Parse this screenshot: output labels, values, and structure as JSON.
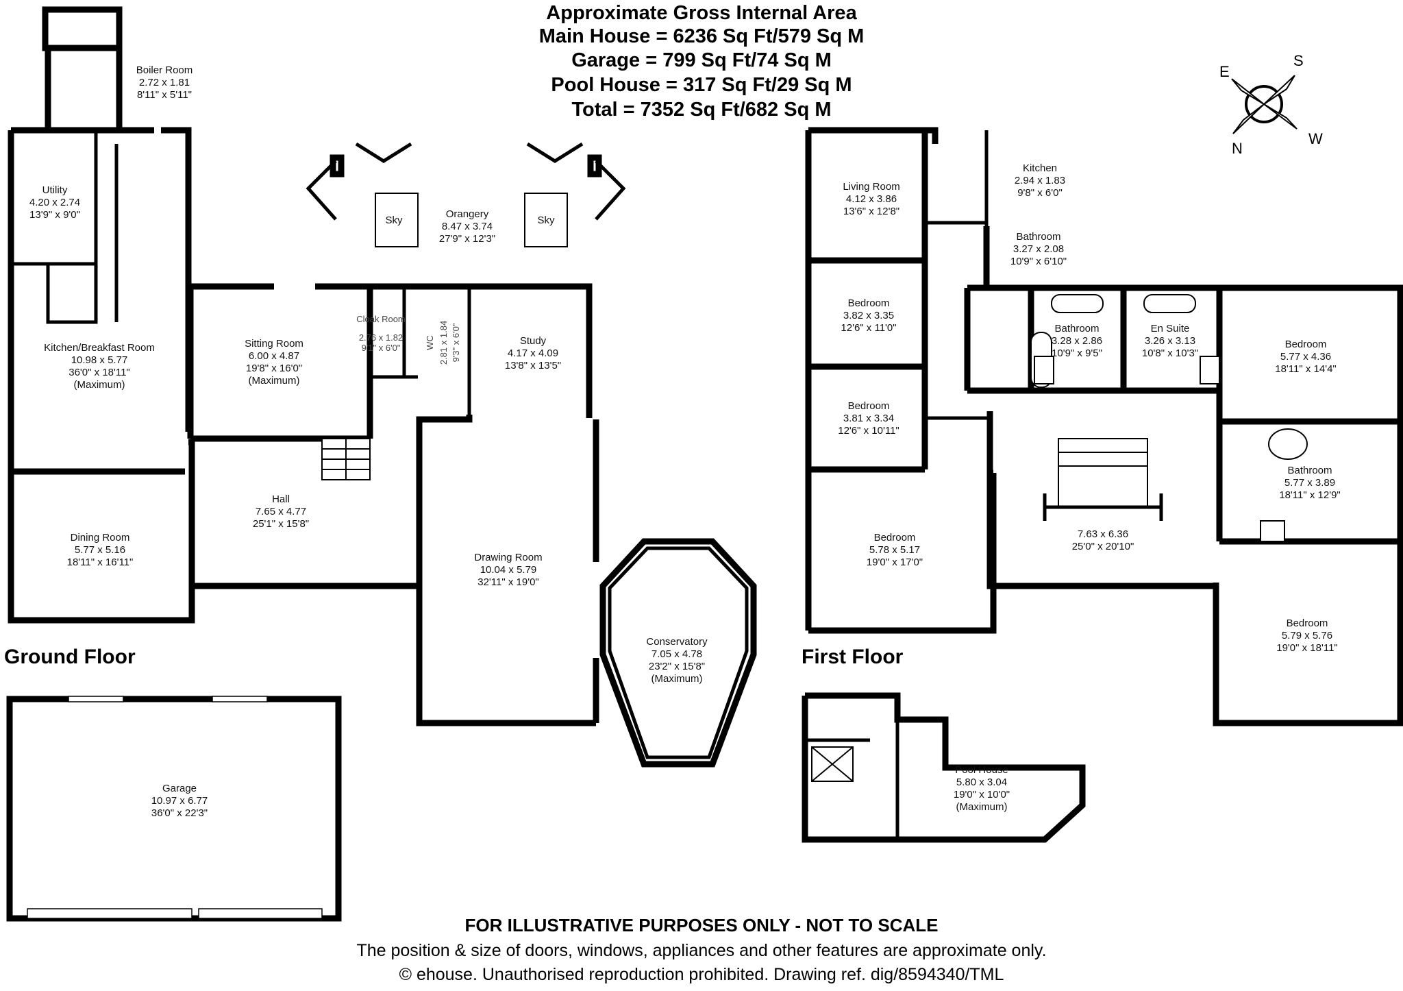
{
  "header": {
    "title": "Approximate Gross Internal Area",
    "main_house": "Main House = 6236 Sq Ft/579 Sq M",
    "garage": "Garage = 799 Sq Ft/74 Sq M",
    "pool_house": "Pool House = 317 Sq Ft/29 Sq M",
    "total": "Total = 7352 Sq Ft/682 Sq M"
  },
  "floors": {
    "ground": "Ground Floor",
    "first": "First Floor"
  },
  "compass": {
    "e": "E",
    "s": "S",
    "n": "N",
    "w": "W"
  },
  "rooms": {
    "boiler": {
      "name": "Boiler Room",
      "metric": "2.72 x 1.81",
      "imperial": "8'11\" x 5'11\""
    },
    "utility": {
      "name": "Utility",
      "metric": "4.20 x 2.74",
      "imperial": "13'9\" x 9'0\""
    },
    "kitchen_breakfast": {
      "name": "Kitchen/Breakfast Room",
      "metric": "10.98 x 5.77",
      "imperial": "36'0\" x 18'11\"",
      "note": "(Maximum)"
    },
    "dining": {
      "name": "Dining Room",
      "metric": "5.77 x 5.16",
      "imperial": "18'11\" x 16'11\""
    },
    "sitting": {
      "name": "Sitting Room",
      "metric": "6.00 x 4.87",
      "imperial": "19'8\" x 16'0\"",
      "note": "(Maximum)"
    },
    "cloak": {
      "name": "Cloak Room",
      "metric": "2.76 x 1.82",
      "imperial": "9'1\" x 6'0\""
    },
    "wc": {
      "name": "WC",
      "metric": "2.81 x 1.84",
      "imperial": "9'3\" x 6'0\""
    },
    "orangery": {
      "name": "Orangery",
      "metric": "8.47 x 3.74",
      "imperial": "27'9\" x 12'3\""
    },
    "sky": "Sky",
    "study": {
      "name": "Study",
      "metric": "4.17 x 4.09",
      "imperial": "13'8\" x 13'5\""
    },
    "hall": {
      "name": "Hall",
      "metric": "7.65 x 4.77",
      "imperial": "25'1\" x 15'8\""
    },
    "drawing": {
      "name": "Drawing Room",
      "metric": "10.04 x 5.79",
      "imperial": "32'11\" x 19'0\""
    },
    "conservatory": {
      "name": "Conservatory",
      "metric": "7.05 x 4.78",
      "imperial": "23'2\" x 15'8\"",
      "note": "(Maximum)"
    },
    "garage": {
      "name": "Garage",
      "metric": "10.97 x 6.77",
      "imperial": "36'0\" x 22'3\""
    },
    "living": {
      "name": "Living Room",
      "metric": "4.12 x 3.86",
      "imperial": "13'6\" x 12'8\""
    },
    "kitchen_ff": {
      "name": "Kitchen",
      "metric": "2.94 x 1.83",
      "imperial": "9'8\" x 6'0\""
    },
    "bathroom_top": {
      "name": "Bathroom",
      "metric": "3.27 x 2.08",
      "imperial": "10'9\" x 6'10\""
    },
    "bedroom_a": {
      "name": "Bedroom",
      "metric": "3.82 x 3.35",
      "imperial": "12'6\" x 11'0\""
    },
    "bathroom_mid": {
      "name": "Bathroom",
      "metric": "3.28 x 2.86",
      "imperial": "10'9\" x 9'5\""
    },
    "en_suite": {
      "name": "En Suite",
      "metric": "3.26 x 3.13",
      "imperial": "10'8\" x 10'3\""
    },
    "bedroom_b": {
      "name": "Bedroom",
      "metric": "5.77 x 4.36",
      "imperial": "18'11\" x 14'4\""
    },
    "bedroom_c": {
      "name": "Bedroom",
      "metric": "3.81 x 3.34",
      "imperial": "12'6\" x 10'11\""
    },
    "bathroom_right": {
      "name": "Bathroom",
      "metric": "5.77 x 3.89",
      "imperial": "18'11\" x 12'9\""
    },
    "bedroom_d": {
      "name": "Bedroom",
      "metric": "5.78 x 5.17",
      "imperial": "19'0\" x 17'0\""
    },
    "landing": {
      "metric": "7.63 x 6.36",
      "imperial": "25'0\" x 20'10\""
    },
    "bedroom_e": {
      "name": "Bedroom",
      "metric": "5.79 x 5.76",
      "imperial": "19'0\" x 18'11\""
    },
    "pool_house": {
      "name": "Pool House",
      "metric": "5.80 x 3.04",
      "imperial": "19'0\" x 10'0\"",
      "note": "(Maximum)"
    }
  },
  "footer": {
    "disclaimer": "FOR ILLUSTRATIVE PURPOSES ONLY - NOT TO SCALE",
    "note": "The position & size of doors, windows, appliances and other features are approximate only.",
    "copyright": "© ehouse. Unauthorised reproduction prohibited. Drawing ref. dig/8594340/TML"
  }
}
